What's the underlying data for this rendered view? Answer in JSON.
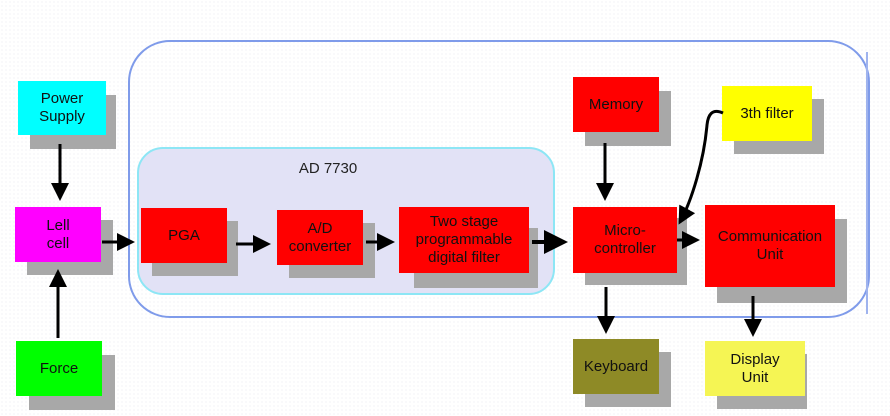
{
  "diagram": {
    "chip_label": "AD 7730",
    "blocks": {
      "power_supply": "Power Supply",
      "load_cell": "Lell cell",
      "force": "Force",
      "pga": "PGA",
      "adc": "A/D converter",
      "digital_filter": "Two stage programmable digital filter",
      "memory": "Memory",
      "third_filter": "3th filter",
      "microcontroller": "Micro-controller",
      "communication": "Communication Unit",
      "keyboard": "Keyboard",
      "display": "Display Unit"
    },
    "colors": {
      "red": "#ff0000",
      "cyan": "#00ffff",
      "magenta": "#ff00ff",
      "green": "#00ff00",
      "yellow": "#ffff00",
      "olive": "#8e8a26",
      "light_yellow": "#f5f554",
      "outer_border": "#7f9bea",
      "chip_border": "#8de6f5",
      "chip_fill": "#e2e2f6"
    },
    "connections": [
      {
        "from": "Power Supply",
        "to": "Lell cell"
      },
      {
        "from": "Force",
        "to": "Lell cell"
      },
      {
        "from": "Lell cell",
        "to": "PGA"
      },
      {
        "from": "PGA",
        "to": "A/D converter"
      },
      {
        "from": "A/D converter",
        "to": "Two stage programmable digital filter"
      },
      {
        "from": "Two stage programmable digital filter",
        "to": "Micro-controller"
      },
      {
        "from": "Memory",
        "to": "Micro-controller"
      },
      {
        "from": "3th filter",
        "to": "Micro-controller"
      },
      {
        "from": "Micro-controller",
        "to": "Communication Unit"
      },
      {
        "from": "Micro-controller",
        "to": "Keyboard"
      },
      {
        "from": "Communication Unit",
        "to": "Display Unit"
      }
    ]
  }
}
